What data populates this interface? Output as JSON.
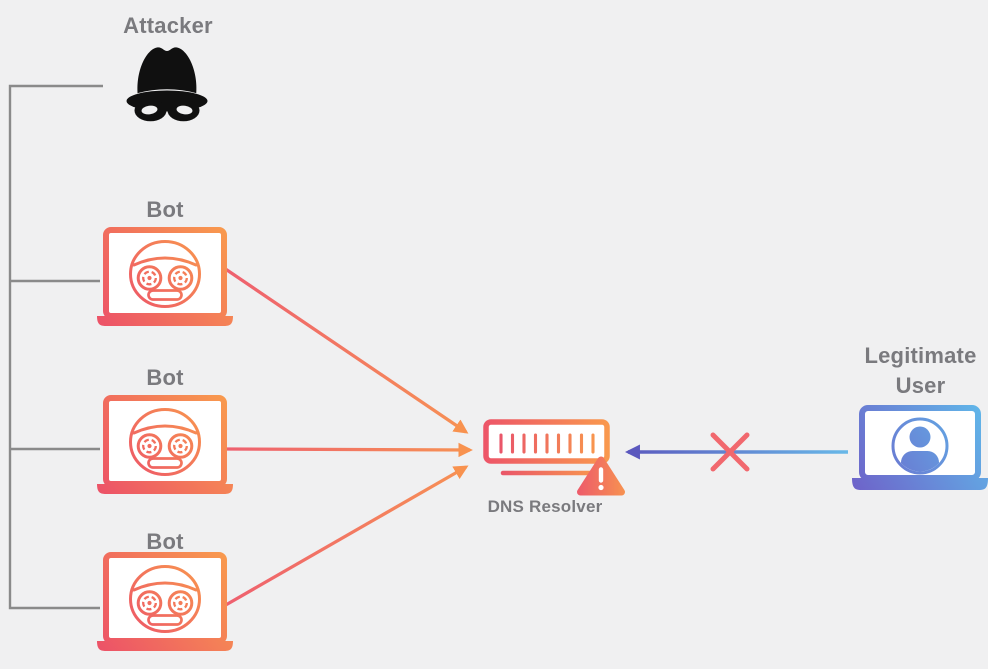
{
  "diagram": {
    "type": "dns-ddos-attack-diagram",
    "nodes": {
      "attacker": {
        "label": "Attacker",
        "icon": "spy-incognito-icon"
      },
      "bots": [
        {
          "label": "Bot",
          "icon": "robot-laptop-icon"
        },
        {
          "label": "Bot",
          "icon": "robot-laptop-icon"
        },
        {
          "label": "Bot",
          "icon": "robot-laptop-icon"
        }
      ],
      "dns_resolver": {
        "label": "DNS Resolver",
        "icon": "server-icon",
        "status_icon": "warning-triangle-icon"
      },
      "legitimate_user": {
        "label": "Legitimate User",
        "icon": "user-laptop-icon"
      }
    },
    "edges": {
      "attacker_controls_bots": true,
      "bot_attack_arrows": 3,
      "user_request_blocked": true,
      "blocked_marker": "x-icon"
    },
    "colors": {
      "canvas_background": "#f0f0f1",
      "attack_gradient_start": "#ec5168",
      "attack_gradient_end": "#f99c4d",
      "user_gradient_start": "#6e62c9",
      "user_gradient_end": "#60b9ea",
      "blocked_x": "#f1686e",
      "label_text": "#7a7a7e",
      "connector_gray": "#8a8a8a",
      "attacker_icon_black": "#101010"
    }
  }
}
